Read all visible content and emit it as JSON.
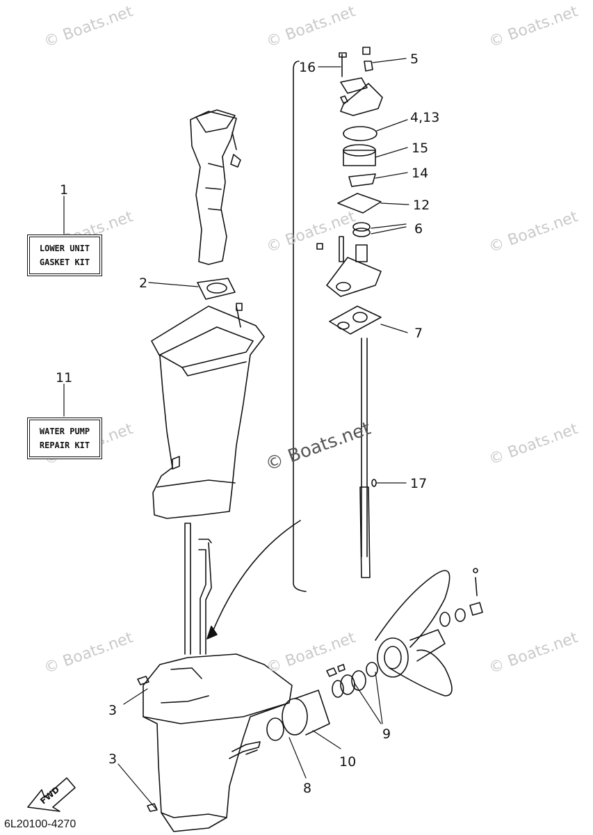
{
  "watermark": "© Boats.net",
  "callouts": {
    "c1": "1",
    "c2": "2",
    "c3a": "3",
    "c3b": "3",
    "c4_13": "4,13",
    "c5": "5",
    "c6": "6",
    "c7": "7",
    "c8": "8",
    "c9": "9",
    "c10": "10",
    "c11": "11",
    "c12": "12",
    "c14": "14",
    "c15": "15",
    "c16": "16",
    "c17": "17"
  },
  "kits": {
    "lower_unit": {
      "line1": "LOWER UNIT",
      "line2": "GASKET KIT"
    },
    "water_pump": {
      "line1": "WATER PUMP",
      "line2": "REPAIR KIT"
    }
  },
  "fwd_label": "FWD",
  "diagram_code": "6L20100-4270"
}
